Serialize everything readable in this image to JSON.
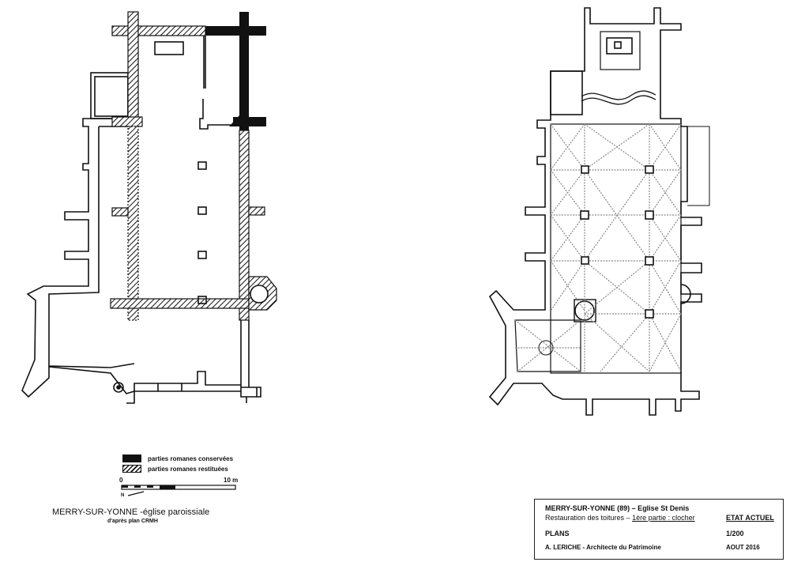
{
  "left_plan": {
    "title": "MERRY-SUR-YONNE -église paroissiale",
    "subtitle": "d'après plan CRMH",
    "legend": [
      {
        "label": "parties romanes conservées",
        "pattern": "solid-black"
      },
      {
        "label": "parties romanes restituées",
        "pattern": "hatched"
      }
    ],
    "scale": {
      "start": "0",
      "end": "10 m",
      "north": "N"
    }
  },
  "right_plan": {
    "cartouche": {
      "line1": "MERRY-SUR-YONNE (89) – Eglise St Denis",
      "line2_prefix": "Restauration des toitures – ",
      "line2_underlined": "1ère partie : clocher",
      "status": "ETAT ACTUEL",
      "section": "PLANS",
      "scale": "1/200",
      "author": "A. LERICHE - Architecte du Patrimoine",
      "date": "AOUT 2016"
    }
  },
  "colors": {
    "ink": "#111111",
    "paper": "#ffffff",
    "vault": "#888888"
  }
}
